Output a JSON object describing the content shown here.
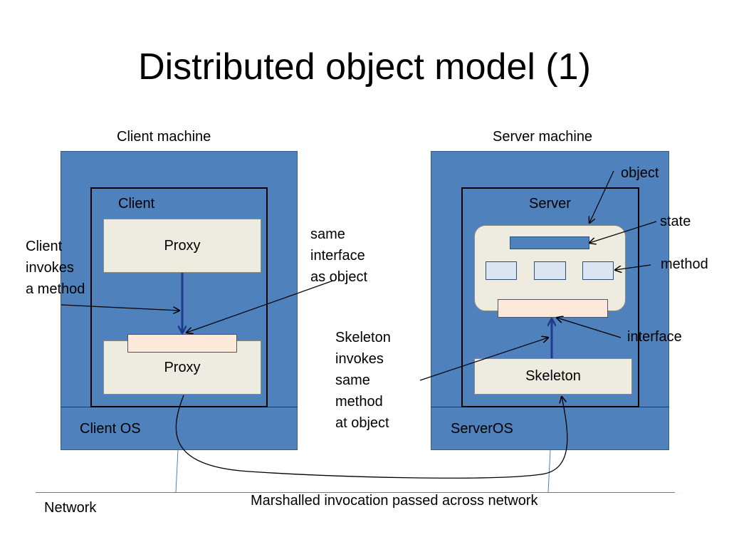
{
  "title": "Distributed object model (1)",
  "client_machine": {
    "label": "Client machine",
    "os_label": "Client OS",
    "process_label": "Client",
    "proxy_top_label": "Proxy",
    "proxy_bottom_label": "Proxy"
  },
  "server_machine": {
    "label": "Server machine",
    "os_label": "ServerOS",
    "process_label": "Server",
    "skeleton_label": "Skeleton"
  },
  "annotations": {
    "client_invokes": [
      "Client",
      "invokes",
      "a method"
    ],
    "same_interface": [
      "same",
      "interface",
      "as object"
    ],
    "skeleton_invokes": [
      "Skeleton",
      "invokes",
      "same",
      "method",
      "at object"
    ],
    "object": "object",
    "state": "state",
    "method": "method",
    "interface": "interface",
    "marshalled": "Marshalled invocation passed across network",
    "network": "Network"
  },
  "colors": {
    "machine_fill": "#4f81bd",
    "component_fill": "#eeece1",
    "interface_fill": "#fde9d9",
    "arrow_dark": "#1f3a8a"
  }
}
